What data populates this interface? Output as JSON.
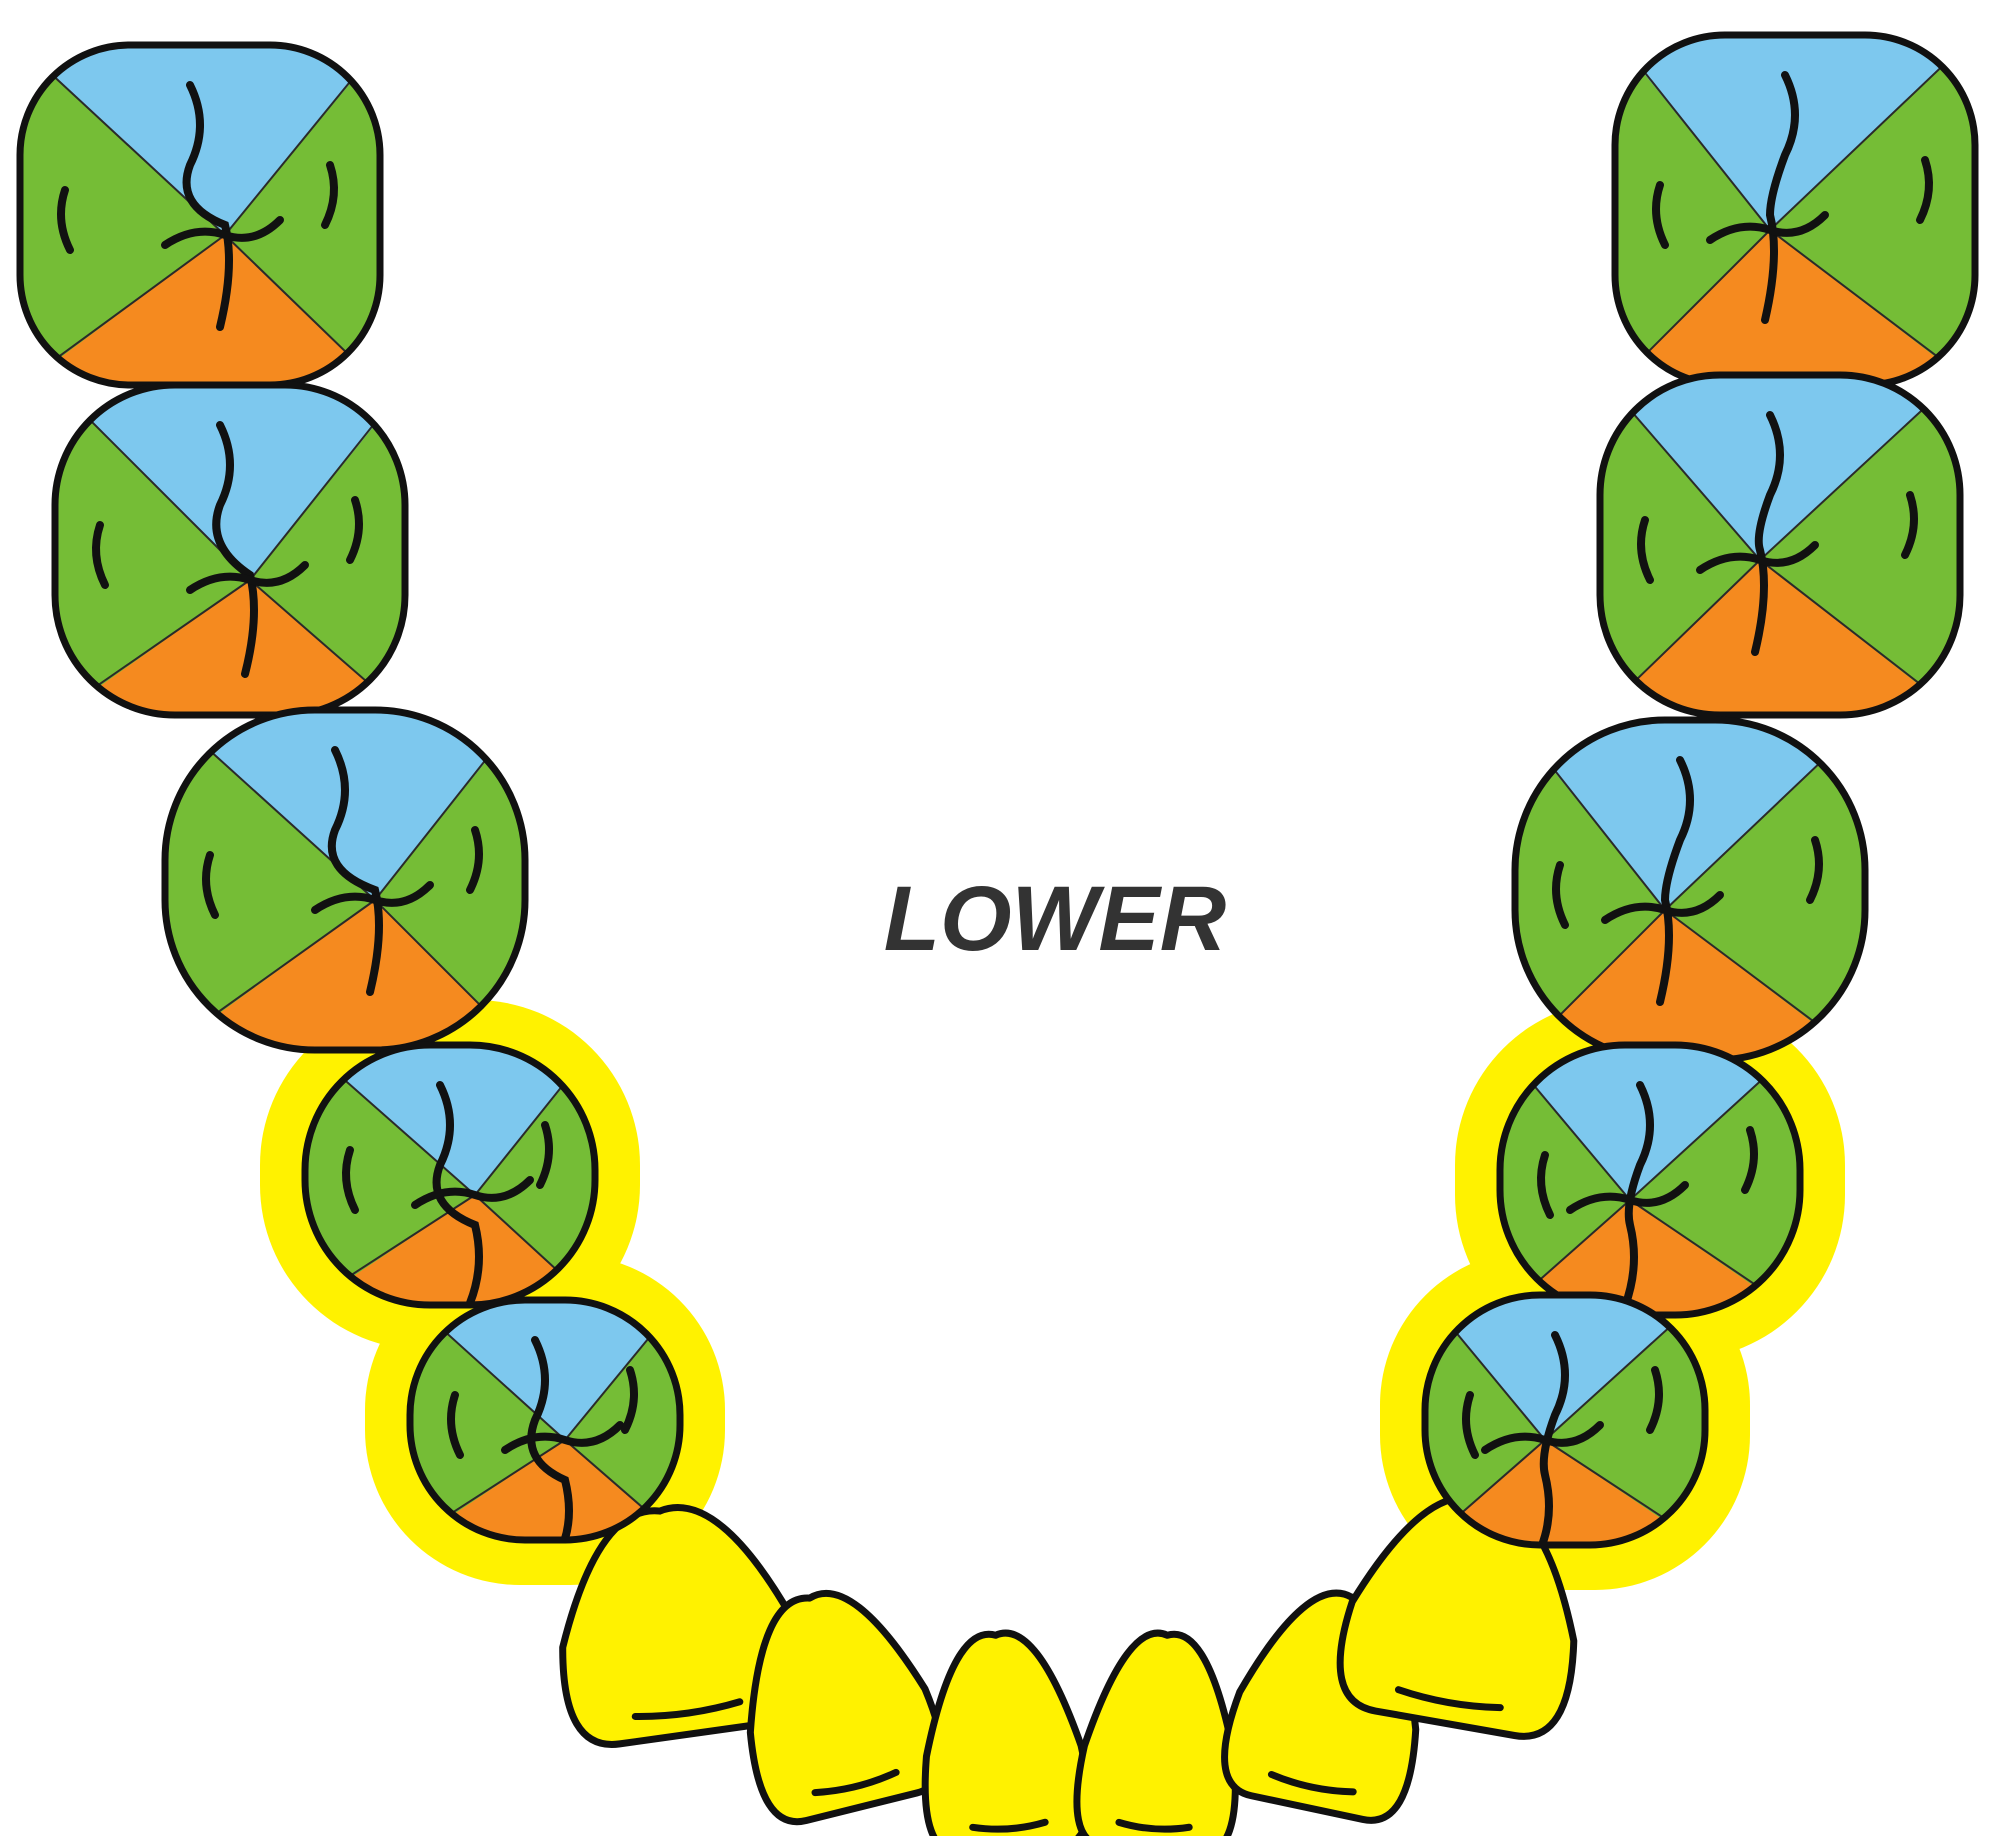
{
  "title": "LOWER",
  "colors": {
    "blue": "#7dc8ee",
    "green": "#75bd36",
    "orange": "#f58a1f",
    "yellow": "#fff200",
    "outline": "#111111",
    "text": "#333333"
  },
  "legend_semantics": {
    "blue_quadrant": "blue-region",
    "green_quadrant": "green-region",
    "orange_quadrant": "orange-region",
    "yellow_halo": "highlighted-premolar"
  },
  "teeth": {
    "left_molars": 3,
    "left_premolars": 2,
    "incisors_and_canines": 6,
    "right_premolars": 2,
    "right_molars": 3
  }
}
